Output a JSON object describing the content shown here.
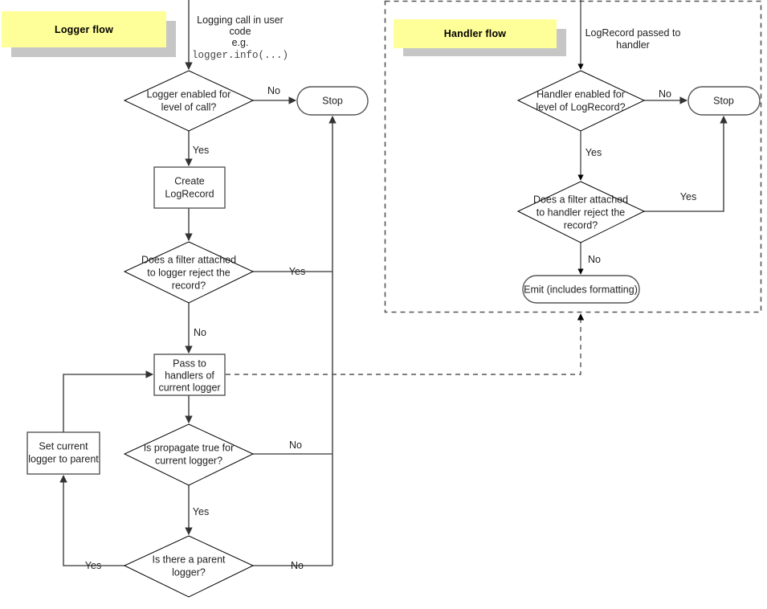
{
  "diagram": {
    "title": "Python logging flow",
    "colors": {
      "banner_fill": "#ffff99",
      "banner_shadow": "#c6c6c6",
      "connector": "#555555",
      "node_stroke": "#000000",
      "background": "#ffffff"
    }
  },
  "logger_flow": {
    "banner_label": "Logger flow",
    "entry_caption_line1": "Logging call in user",
    "entry_caption_line2": "code",
    "entry_caption_line3": "e.g.",
    "entry_caption_code": "logger.info(...)",
    "nodes": {
      "d_logger_enabled_l1": "Logger enabled for",
      "d_logger_enabled_l2": "level of call?",
      "stop": "Stop",
      "create_l1": "Create",
      "create_l2": "LogRecord",
      "d_filter_l1": "Does a filter attached",
      "d_filter_l2": "to logger reject the",
      "d_filter_l3": "record?",
      "pass_l1": "Pass to",
      "pass_l2": "handlers of",
      "pass_l3": "current logger",
      "d_propagate_l1": "Is propagate true for",
      "d_propagate_l2": "current logger?",
      "d_parent_l1": "Is there a parent",
      "d_parent_l2": "logger?",
      "set_parent_l1": "Set current",
      "set_parent_l2": "logger to parent"
    },
    "edges": {
      "logger_enabled_no": "No",
      "logger_enabled_yes": "Yes",
      "filter_yes": "Yes",
      "filter_no": "No",
      "propagate_no": "No",
      "propagate_yes": "Yes",
      "parent_yes": "Yes",
      "parent_no": "No"
    }
  },
  "handler_flow": {
    "banner_label": "Handler flow",
    "entry_caption_line1": "LogRecord passed to",
    "entry_caption_line2": "handler",
    "nodes": {
      "d_handler_enabled_l1": "Handler enabled for",
      "d_handler_enabled_l2": "level of LogRecord?",
      "stop": "Stop",
      "d_filter_l1": "Does a filter attached",
      "d_filter_l2": "to handler reject the",
      "d_filter_l3": "record?",
      "emit": "Emit (includes formatting)"
    },
    "edges": {
      "handler_enabled_no": "No",
      "handler_enabled_yes": "Yes",
      "filter_yes": "Yes",
      "filter_no": "No"
    }
  }
}
